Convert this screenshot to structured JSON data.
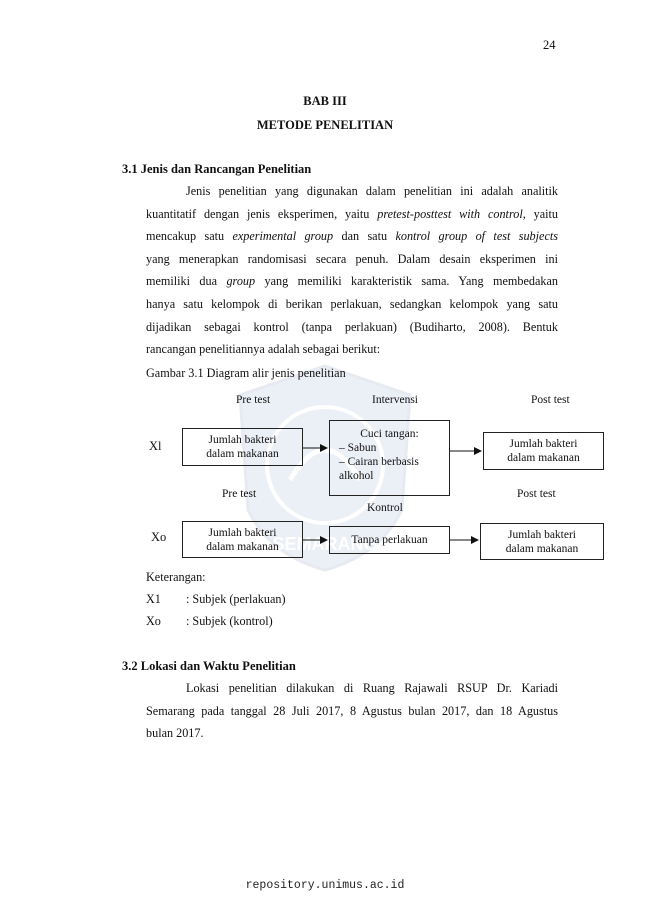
{
  "page_number": "24",
  "chapter": "BAB III",
  "chapter_title": "METODE PENELITIAN",
  "section1": {
    "heading": "3.1  Jenis dan Rancangan Penelitian",
    "lines": [
      [
        "Jenis penelitian yang digunakan dalam penelitian ini adalah analitik"
      ],
      [
        "kuantitatif dengan jenis eksperimen, yaitu ",
        "pretest-posttest with control",
        ", yaitu"
      ],
      [
        "mencakup satu ",
        "experimental group",
        " dan satu ",
        "kontrol group of test subjects"
      ],
      [
        "yang menerapkan randomisasi secara penuh. Dalam desain eksperimen ini"
      ],
      [
        "memiliki dua ",
        "group",
        " yang memiliki karakteristik sama. Yang membedakan"
      ],
      [
        "hanya satu kelompok di berikan perlakuan, sedangkan kelompok yang satu"
      ],
      [
        "dijadikan sebagai kontrol (tanpa perlakuan) (Budiharto, 2008). Bentuk"
      ],
      [
        "rancangan penelitiannya adalah sebagai berikut:"
      ]
    ]
  },
  "figure_caption": "Gambar 3.1 Diagram alir jenis penelitian",
  "diagram": {
    "row1": {
      "label": "Xl",
      "pre_label": "Pre test",
      "mid_label": "Intervensi",
      "post_label": "Post test",
      "pre_box": "Jumlah bakteri\ndalam makanan",
      "mid_title": "Cuci tangan:",
      "mid_items": [
        "Sabun",
        "Cairan berbasis alkohol"
      ],
      "post_box": "Jumlah bakteri\ndalam makanan"
    },
    "row2": {
      "label": "Xo",
      "pre_label": "Pre test",
      "mid_label": "Kontrol",
      "post_label": "Post test",
      "pre_box": "Jumlah bakteri\ndalam makanan",
      "mid_box": "Tanpa perlakuan",
      "post_box": "Jumlah bakteri\ndalam makanan"
    }
  },
  "keterangan": {
    "title": "Keterangan:",
    "items": [
      {
        "code": "X1",
        "desc": ": Subjek (perlakuan)"
      },
      {
        "code": "Xo",
        "desc": ": Subjek (kontrol)"
      }
    ]
  },
  "section2": {
    "heading": "3.2  Lokasi dan Waktu Penelitian",
    "lines": [
      [
        "Lokasi penelitian dilakukan di Ruang Rajawali RSUP Dr. Kariadi"
      ],
      [
        "Semarang pada tanggal 28 Juli 2017, 8 Agustus bulan  2017, dan 18 Agustus"
      ],
      [
        "bulan  2017."
      ]
    ]
  },
  "watermark_text": "SEMARANG",
  "footer": "repository.unimus.ac.id"
}
